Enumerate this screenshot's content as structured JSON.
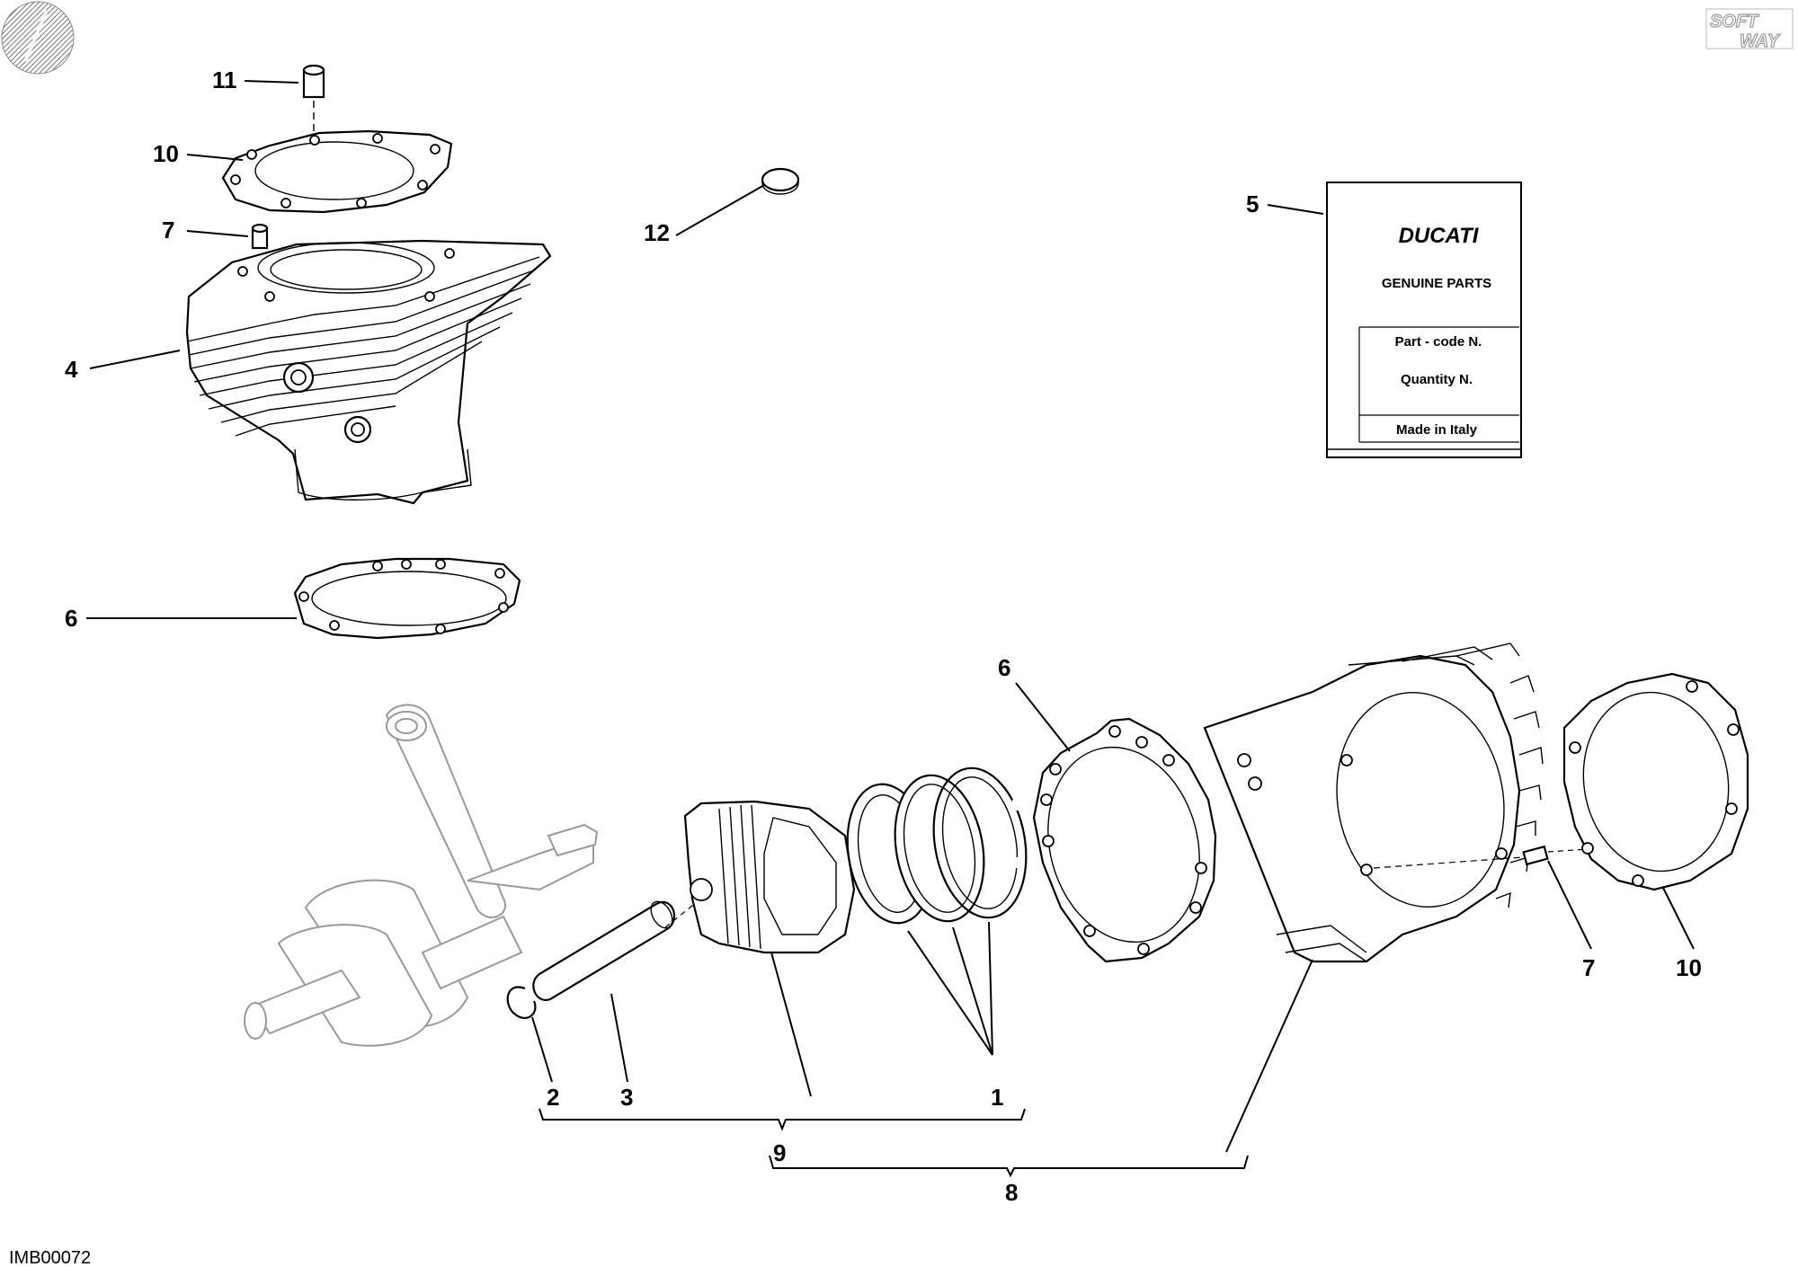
{
  "diagram": {
    "image_code": "IMB00072",
    "badge": {
      "line1": "SOFT",
      "line2": "WAY"
    },
    "callouts": [
      {
        "id": "c11",
        "label": "11"
      },
      {
        "id": "c10a",
        "label": "10"
      },
      {
        "id": "c7a",
        "label": "7"
      },
      {
        "id": "c4",
        "label": "4"
      },
      {
        "id": "c6a",
        "label": "6"
      },
      {
        "id": "c12",
        "label": "12"
      },
      {
        "id": "c5",
        "label": "5"
      },
      {
        "id": "c6b",
        "label": "6"
      },
      {
        "id": "c7b",
        "label": "7"
      },
      {
        "id": "c10b",
        "label": "10"
      },
      {
        "id": "c2",
        "label": "2"
      },
      {
        "id": "c3",
        "label": "3"
      },
      {
        "id": "c9",
        "label": "9"
      },
      {
        "id": "c1",
        "label": "1"
      },
      {
        "id": "c8",
        "label": "8"
      }
    ],
    "parts_tag": {
      "brand": "DUCATI",
      "heading": "GENUINE PARTS",
      "part_code_label": "Part - code N.",
      "quantity_label": "Quantity N.",
      "origin": "Made in Italy"
    }
  }
}
